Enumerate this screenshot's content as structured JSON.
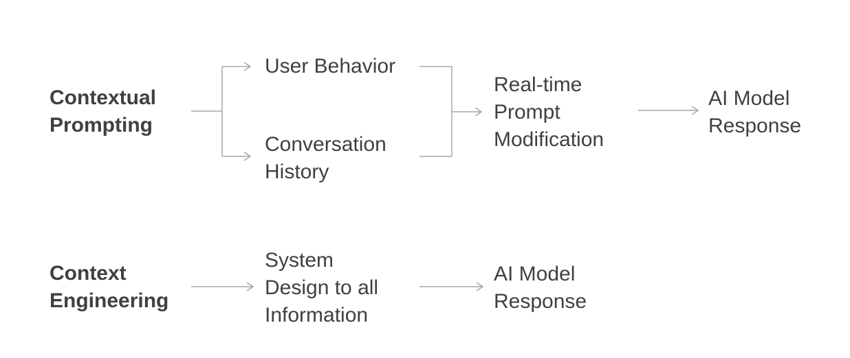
{
  "colors": {
    "text": "#404040",
    "line": "#a6a6a6",
    "background": "#ffffff"
  },
  "flow1": {
    "source": "Contextual\nPrompting",
    "branch1": "User Behavior",
    "branch2": "Conversation\nHistory",
    "process": "Real-time\nPrompt\nModification",
    "output": "AI Model\nResponse"
  },
  "flow2": {
    "source": "Context\nEngineering",
    "process": "System\nDesign to all\nInformation",
    "output": "AI Model\nResponse"
  }
}
